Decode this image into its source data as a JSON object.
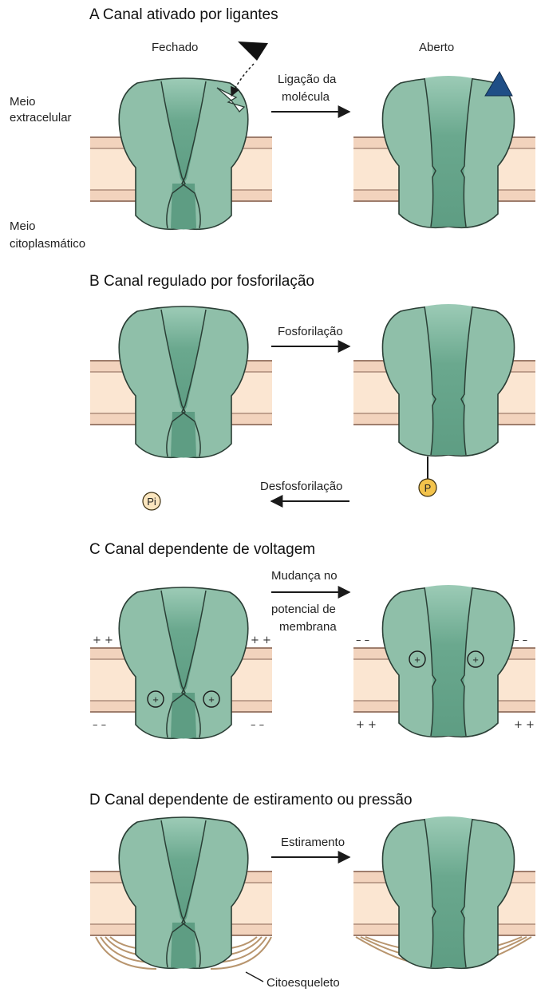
{
  "colors": {
    "protein": "#8fbfa9",
    "pore": "#5e9d83",
    "outline": "#2b3f36",
    "membrane": "#fbe6d2",
    "membrane_line": "#9e7d6c",
    "ligand_free": "#111111",
    "ligand_bound": "#1f4e86",
    "phosphate": "#f3c34c",
    "cytoskeleton": "#b8956e"
  },
  "sections": {
    "a": {
      "title": "A Canal ativado por ligantes"
    },
    "b": {
      "title": "B Canal regulado por fosforilação"
    },
    "c": {
      "title": "C Canal dependente de voltagem"
    },
    "d": {
      "title": "D Canal dependente de estiramento ou pressão"
    }
  },
  "labels": {
    "closed": "Fechado",
    "open": "Aberto",
    "extracellular_1": "Meio",
    "extracellular_2": "extracelular",
    "cytoplasmic_1": "Meio",
    "cytoplasmic_2": "citoplasmático",
    "binding_1": "Ligação da",
    "binding_2": "molécula",
    "phosphorylation": "Fosforilação",
    "dephosphorylation": "Desfosforilação",
    "voltage_1": "Mudança no",
    "voltage_2": "potencial de",
    "voltage_3": "membrana",
    "stretch": "Estiramento",
    "cytoskeleton": "Citoesqueleto",
    "plus_plus": "+ +",
    "minus_minus": "– –",
    "dash_dash": "– –",
    "plus_symbol": "+",
    "p": "P",
    "pi": "Pi"
  }
}
